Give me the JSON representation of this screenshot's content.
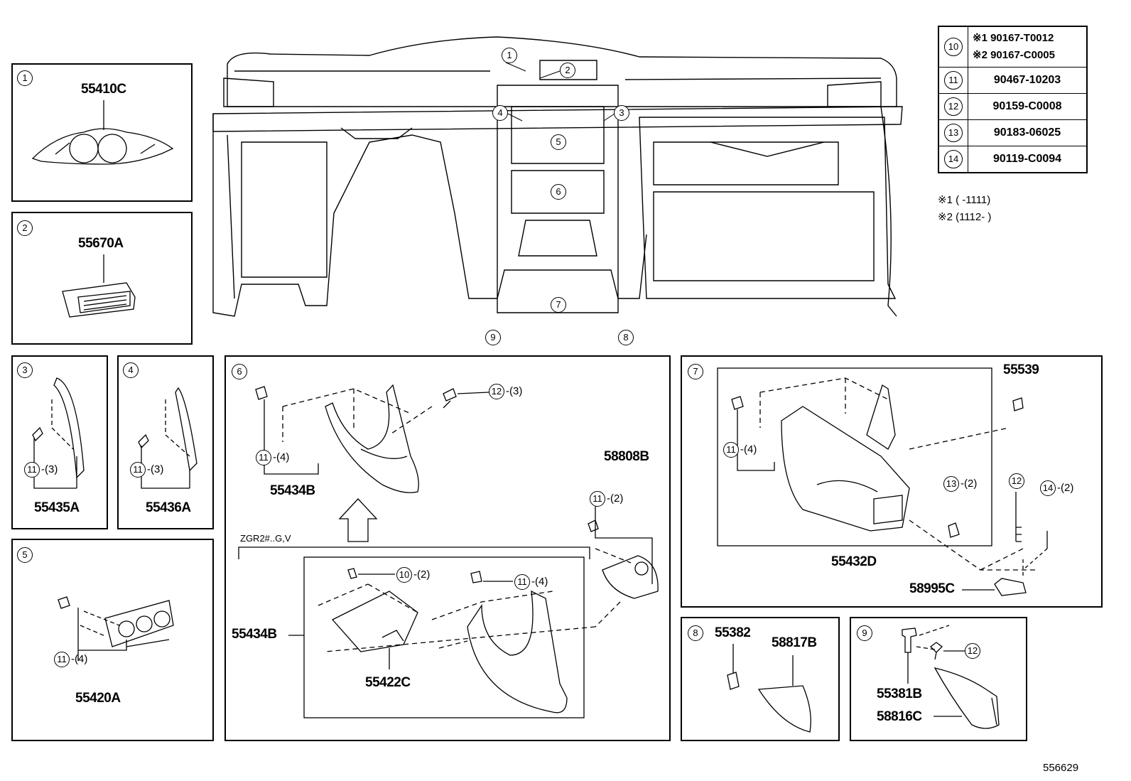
{
  "main_view": {
    "callouts": [
      "1",
      "2",
      "3",
      "4",
      "5",
      "6",
      "7",
      "8",
      "9"
    ]
  },
  "panels": {
    "p1": {
      "num": "1",
      "part": "55410C"
    },
    "p2": {
      "num": "2",
      "part": "55670A"
    },
    "p3": {
      "num": "3",
      "part": "55435A",
      "clip_num": "11",
      "clip_qty": "-(3)"
    },
    "p4": {
      "num": "4",
      "part": "55436A",
      "clip_num": "11",
      "clip_qty": "-(3)"
    },
    "p5": {
      "num": "5",
      "part": "55420A",
      "clip_num": "11",
      "clip_qty": "-(4)"
    },
    "p6": {
      "num": "6",
      "part_top": "55434B",
      "clip_num": "11",
      "clip_qty": "-(4)",
      "screw_num": "12",
      "screw_qty": "-(3)",
      "part_right": "58808B",
      "right_clip_num": "11",
      "right_clip_qty": "-(2)",
      "variant_label": "ZGR2#..G,V",
      "sub_part_left": "55434B",
      "sub_part_center": "55422C",
      "sub_screw_num": "10",
      "sub_screw_qty": "-(2)",
      "sub_clip_num": "11",
      "sub_clip_qty": "-(4)"
    },
    "p7": {
      "num": "7",
      "part_main": "55432D",
      "part_55539": "55539",
      "clip_num": "11",
      "clip_qty": "-(4)",
      "c13_num": "13",
      "c13_qty": "-(2)",
      "c12_num": "12",
      "c14_num": "14",
      "c14_qty": "-(2)",
      "part_58995C": "58995C"
    },
    "p8": {
      "num": "8",
      "part_a": "55382",
      "part_b": "58817B"
    },
    "p9": {
      "num": "9",
      "part_a": "55381B",
      "part_b": "58816C",
      "screw_num": "12"
    }
  },
  "parts_table": [
    {
      "key": "10",
      "values": [
        "※1 90167-T0012",
        "※2 90167-C0005"
      ]
    },
    {
      "key": "11",
      "values": [
        "90467-10203"
      ]
    },
    {
      "key": "12",
      "values": [
        "90159-C0008"
      ]
    },
    {
      "key": "13",
      "values": [
        "90183-06025"
      ]
    },
    {
      "key": "14",
      "values": [
        "90119-C0094"
      ]
    }
  ],
  "notes": [
    "※1 (      -1111)",
    "※2 (1112-      )"
  ],
  "diagram_id": "556629"
}
